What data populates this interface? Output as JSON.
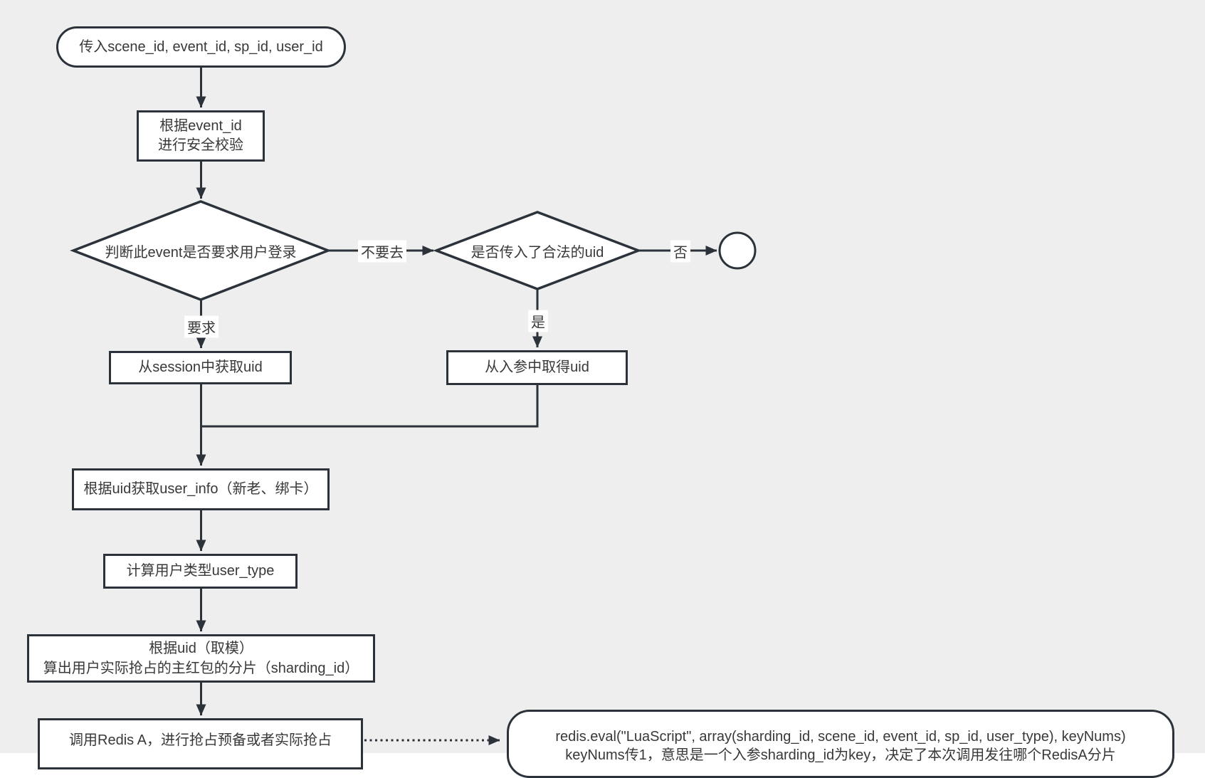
{
  "colors": {
    "background": "#eeeeee",
    "shape_fill": "#ffffff",
    "stroke": "#2b323a",
    "text": "#383838"
  },
  "nodes": {
    "start": {
      "label": "传入scene_id, event_id, sp_id, user_id"
    },
    "security_check": {
      "line1": "根据event_id",
      "line2": "进行安全校验"
    },
    "login_decision": {
      "label": "判断此event是否要求用户登录"
    },
    "valid_uid_decision": {
      "label": "是否传入了合法的uid"
    },
    "session_uid": {
      "label": "从session中获取uid"
    },
    "param_uid": {
      "label": "从入参中取得uid"
    },
    "user_info": {
      "label": "根据uid获取user_info（新老、绑卡）"
    },
    "user_type": {
      "label": "计算用户类型user_type"
    },
    "sharding": {
      "line1": "根据uid（取模）",
      "line2": "算出用户实际抢占的主红包的分片（sharding_id）"
    },
    "redis_call": {
      "label": "调用Redis A，进行抢占预备或者实际抢占"
    },
    "redis_note": {
      "line1": "redis.eval(\"LuaScript\", array(sharding_id, scene_id, event_id, sp_id, user_type), keyNums)",
      "line2": "keyNums传1，意思是一个入参sharding_id为key，决定了本次调用发往哪个RedisA分片"
    }
  },
  "edge_labels": {
    "not_required": "不要去",
    "no": "否",
    "required": "要求",
    "yes": "是"
  }
}
